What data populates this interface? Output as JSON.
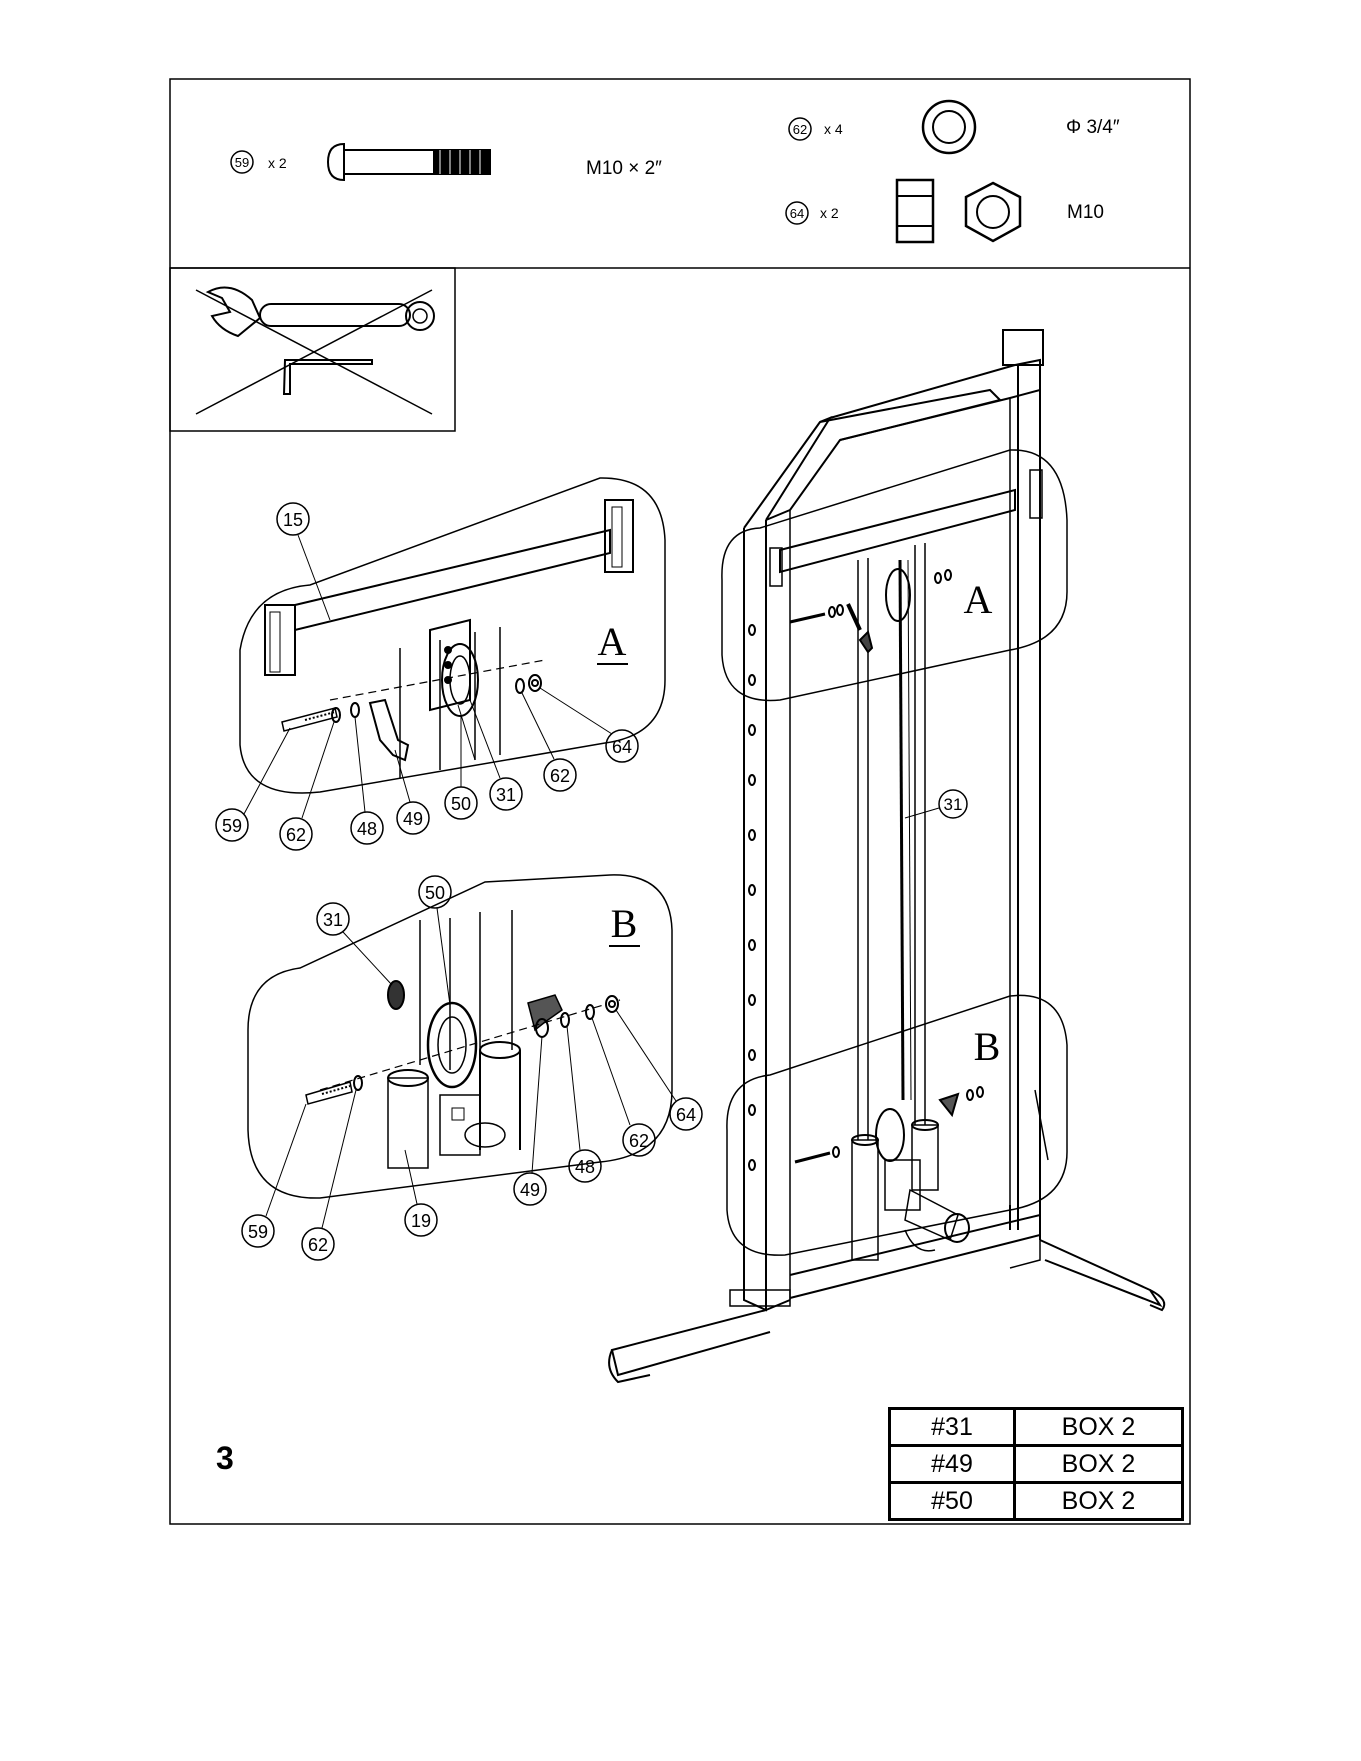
{
  "step_number": "3",
  "hardware": [
    {
      "part": "59",
      "qty": "x 2",
      "size": "M10 ×   2″",
      "icon": "bolt-icon"
    },
    {
      "part": "62",
      "qty": "x 4",
      "size": "Φ 3/4″",
      "icon": "washer-icon"
    },
    {
      "part": "64",
      "qty": "x 2",
      "size": "M10",
      "icon": "nut-icon"
    }
  ],
  "tools_icon": "no-tools-needed-icon",
  "detail_a": {
    "letter": "A",
    "labels": [
      "15",
      "59",
      "62",
      "48",
      "49",
      "50",
      "31",
      "62",
      "64"
    ]
  },
  "detail_b": {
    "letter": "B",
    "labels": [
      "31",
      "50",
      "64",
      "62",
      "48",
      "49",
      "19",
      "59",
      "62"
    ]
  },
  "main_view": {
    "callout": "31",
    "marker_a": "A",
    "marker_b": "B"
  },
  "box_table": {
    "rows": [
      {
        "part": "#31",
        "box": "BOX 2"
      },
      {
        "part": "#49",
        "box": "BOX 2"
      },
      {
        "part": "#50",
        "box": "BOX 2"
      }
    ]
  }
}
